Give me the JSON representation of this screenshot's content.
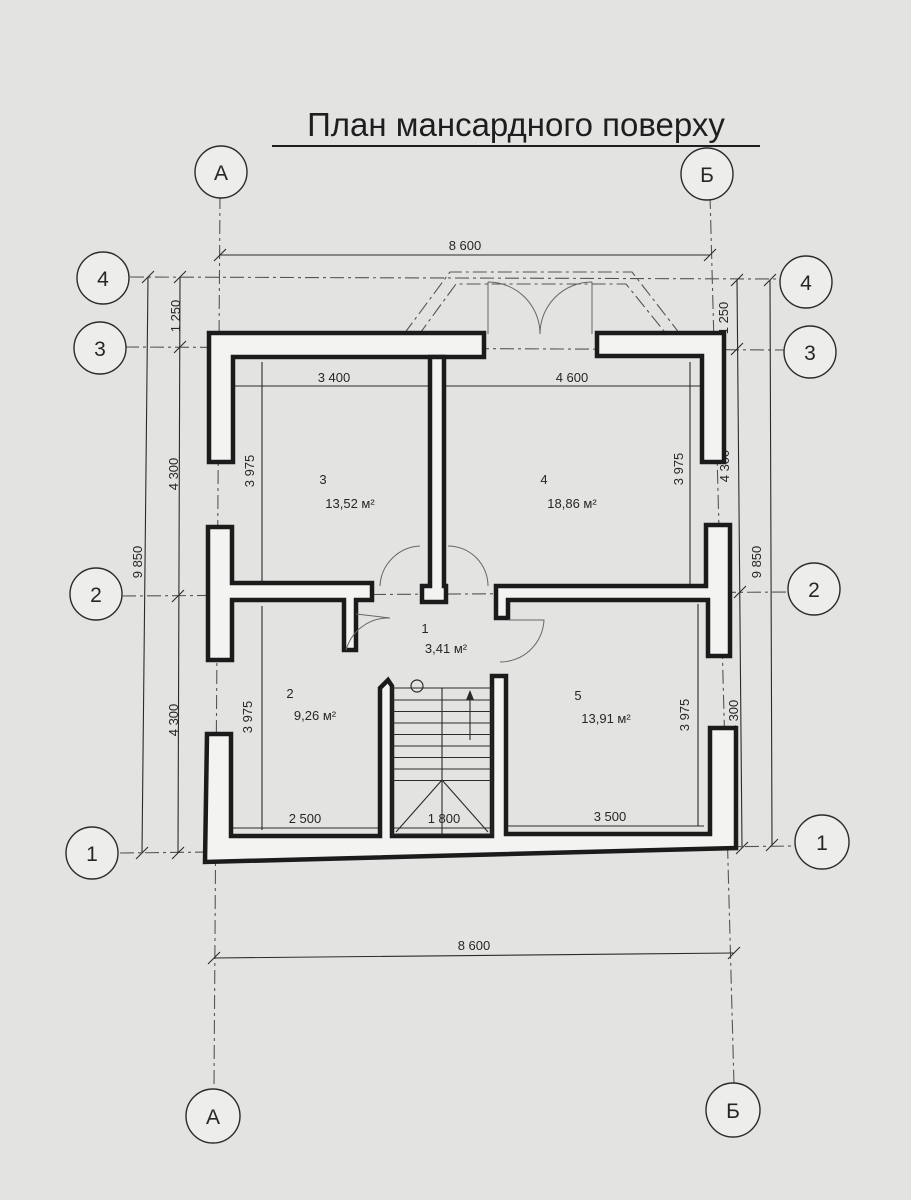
{
  "title": "План мансардного поверху",
  "axes": {
    "vertical": [
      "А",
      "Б"
    ],
    "horizontal": [
      "4",
      "3",
      "2",
      "1"
    ]
  },
  "dimensions": {
    "overall_width_top": "8 600",
    "overall_width_bottom": "8 600",
    "overall_height": "9 850",
    "segment_top": "1 250",
    "segment_upper": "4 300",
    "segment_lower": "4 300",
    "room3_width": "3 400",
    "room4_width": "4 600",
    "room2_width": "2 500",
    "stair_width": "1 800",
    "room5_width": "3 500",
    "room_height": "3 975"
  },
  "rooms": [
    {
      "number": "3",
      "area": "13,52 м²"
    },
    {
      "number": "4",
      "area": "18,86 м²"
    },
    {
      "number": "1",
      "area": "3,41 м²"
    },
    {
      "number": "2",
      "area": "9,26 м²"
    },
    {
      "number": "5",
      "area": "13,91 м²"
    }
  ],
  "colors": {
    "paper": "#e3e4e2",
    "wall_fill": "#f3f3f1",
    "line": "#1b1b1b"
  }
}
